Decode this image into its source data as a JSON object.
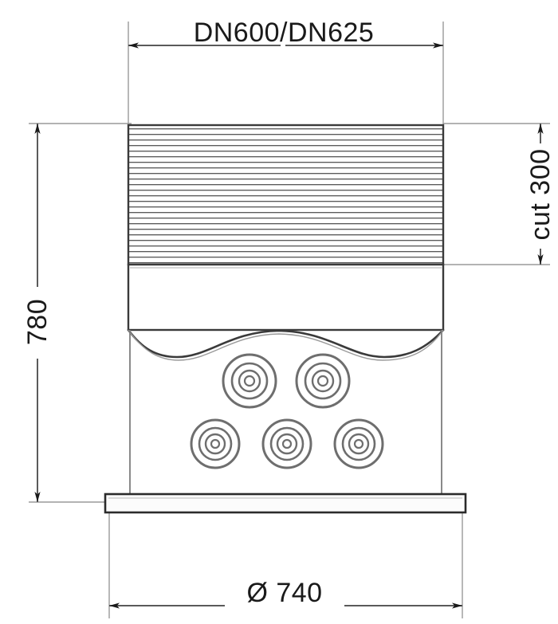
{
  "drawing": {
    "title": "Technical cross-section drawing",
    "background_color": "#ffffff",
    "line_color": "#4a4a4a",
    "dark_line_color": "#2b2b2b",
    "text_color": "#1a1a1a",
    "dimensions": {
      "top": {
        "label": "DN600/DN625",
        "name": "nominal-diameter",
        "orientation": "horizontal",
        "position": "top"
      },
      "left": {
        "label": "780",
        "name": "overall-height",
        "orientation": "vertical-rotated",
        "position": "left"
      },
      "right": {
        "label": "cut 300",
        "name": "cut-height",
        "orientation": "vertical-rotated",
        "position": "right"
      },
      "bottom": {
        "label": "Ø 740",
        "name": "base-diameter",
        "orientation": "horizontal",
        "position": "bottom"
      }
    },
    "features": {
      "ribbed_section": {
        "name": "ribbed-shaft",
        "rib_count": 25,
        "fill": "#ffffff"
      },
      "plain_section": {
        "name": "plain-band",
        "fill": "#ffffff"
      },
      "dome_curve": {
        "name": "dome-profile"
      },
      "bolt_circles_upper": {
        "name": "bolt-group-upper",
        "count": 2,
        "outer_radius": 33,
        "rings": [
          33,
          22,
          13,
          6
        ]
      },
      "bolt_circles_lower": {
        "name": "bolt-group-lower",
        "count": 3,
        "outer_radius": 30,
        "rings": [
          30,
          20,
          12,
          5
        ]
      },
      "base_plate": {
        "name": "base-plate",
        "fill": "#fbfbfb"
      }
    }
  }
}
